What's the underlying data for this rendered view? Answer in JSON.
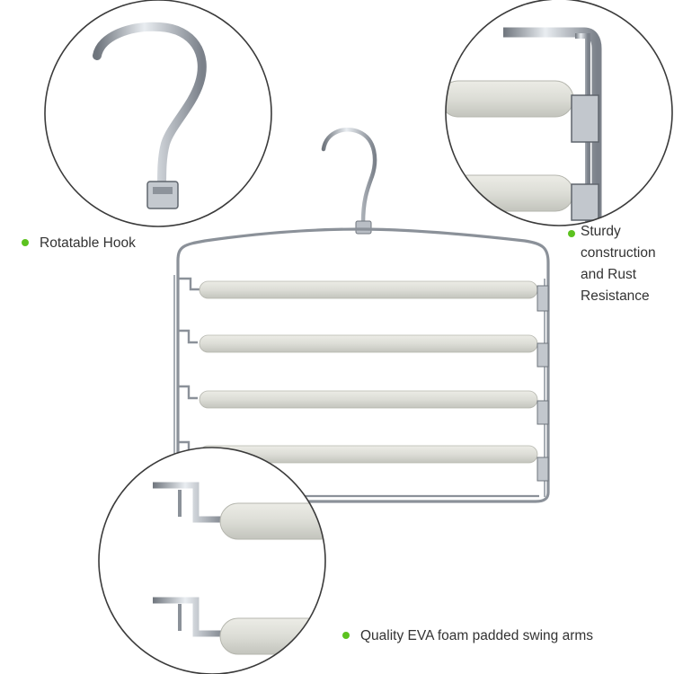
{
  "features": {
    "hook": "Rotatable Hook",
    "sturdy": [
      "Sturdy",
      "construction",
      "and Rust",
      "Resistance"
    ],
    "foam": "Quality EVA foam padded swing arms"
  },
  "colors": {
    "bullet": "#5cc21f",
    "foam": "#dcddd6",
    "chrome": "#9aa0a8",
    "circle": "#3a3a3a"
  }
}
